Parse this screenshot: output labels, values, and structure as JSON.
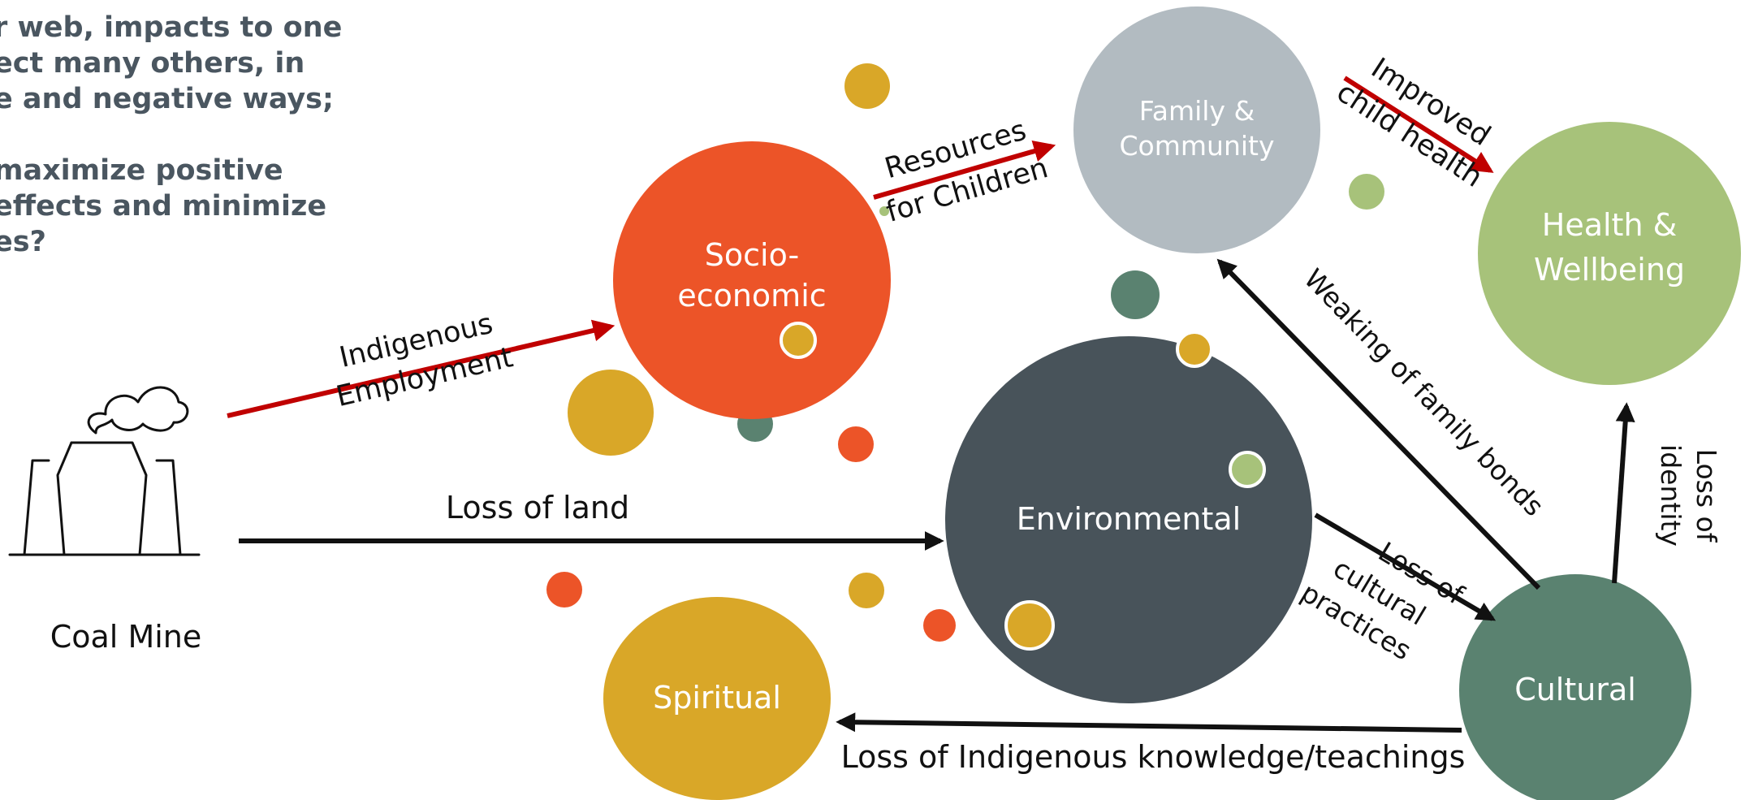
{
  "intro": {
    "lines": [
      "r web, impacts to one",
      "ect many others, in",
      "e and negative ways;",
      "",
      "maximize positive",
      "effects and minimize",
      "es?"
    ]
  },
  "source": {
    "label": "Coal Mine"
  },
  "nodes": {
    "socio": {
      "line1": "Socio-",
      "line2": "economic",
      "color": "#ec5428"
    },
    "family": {
      "line1": "Family &",
      "line2": "Community",
      "color": "#b2bbc1"
    },
    "health": {
      "line1": "Health &",
      "line2": "Wellbeing",
      "color": "#a7c27a"
    },
    "environmental": {
      "label": "Environmental",
      "color": "#48535a"
    },
    "spiritual": {
      "label": "Spiritual",
      "color": "#d9a728"
    },
    "cultural": {
      "label": "Cultural",
      "color": "#5a8270"
    }
  },
  "arrows": {
    "indigenous_employment": {
      "line1": "Indigenous",
      "line2": "Employment"
    },
    "loss_of_land": {
      "label": "Loss of land"
    },
    "resources_for_children": {
      "line1": "Resources",
      "line2": "for Children"
    },
    "improved_child_health": {
      "line1": "Improved",
      "line2": "child health"
    },
    "weaking_family_bonds": {
      "label": "Weaking of family bonds"
    },
    "loss_cultural_practices": {
      "line1": "Loss of",
      "line2": "cultural",
      "line3": "practices"
    },
    "loss_of_identity": {
      "line1": "Loss of",
      "line2": "identity"
    },
    "loss_indigenous_knowledge": {
      "label": "Loss of Indigenous knowledge/teachings"
    }
  },
  "colors": {
    "positive_arrow": "#c00000",
    "negative_arrow": "#111111",
    "gold": "#d9a728",
    "orange": "#ec5428",
    "teal": "#5a8270",
    "green": "#a7c27a"
  }
}
